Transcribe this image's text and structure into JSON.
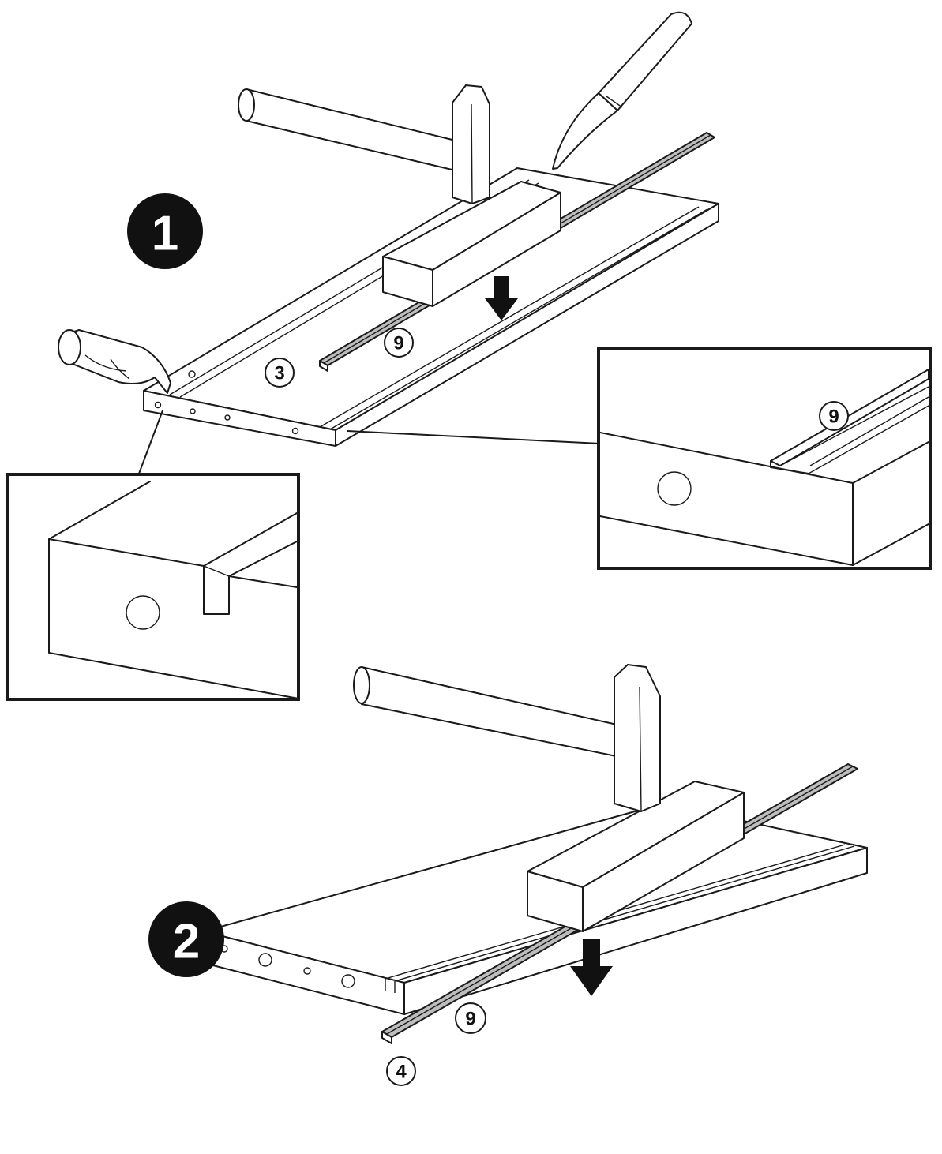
{
  "steps": [
    {
      "number": "1"
    },
    {
      "number": "2"
    }
  ],
  "callouts": {
    "step1_board_part": "3",
    "step1_rail_part": "9",
    "step1_detail_rail_part": "9",
    "step2_board_part": "4",
    "step2_rail_part": "9"
  },
  "colors": {
    "line": "#1a1a1a",
    "step_badge": "#111111",
    "wood_block": "#ffffff",
    "rail_shade": "#bdbdbd"
  },
  "icons": {
    "hammer": "hammer-icon",
    "knife": "knife-icon",
    "glue_bottle": "glue-bottle-icon",
    "arrow": "arrow-down-icon"
  }
}
